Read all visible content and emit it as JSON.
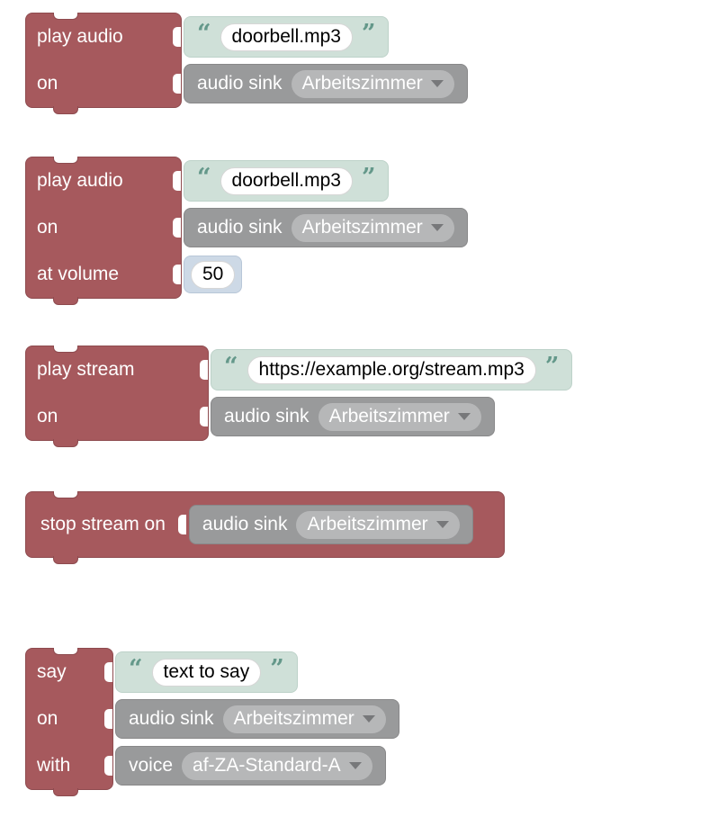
{
  "colors": {
    "block_red": "#a6595d",
    "block_red_border": "#8e4b4f",
    "text_block_bg": "#cfe0d8",
    "quote_color": "#64988a",
    "gray_block_bg": "#999a9b",
    "dropdown_bg": "#b6b7b8",
    "number_block_bg": "#cdd9e6",
    "field_bg": "#ffffff"
  },
  "blocks": [
    {
      "id": "play-audio",
      "rows": [
        {
          "label": "play audio",
          "text_value": {
            "open_quote": "“",
            "text": "doorbell.mp3",
            "close_quote": "”"
          }
        },
        {
          "label": "on",
          "sink": {
            "label": "audio sink",
            "selected": "Arbeitszimmer"
          }
        }
      ]
    },
    {
      "id": "play-audio-at-volume",
      "rows": [
        {
          "label": "play audio",
          "text_value": {
            "open_quote": "“",
            "text": "doorbell.mp3",
            "close_quote": "”"
          }
        },
        {
          "label": "on",
          "sink": {
            "label": "audio sink",
            "selected": "Arbeitszimmer"
          }
        },
        {
          "label": "at volume",
          "number_value": {
            "text": "50"
          }
        }
      ]
    },
    {
      "id": "play-stream",
      "rows": [
        {
          "label": "play stream",
          "text_value": {
            "open_quote": "“",
            "text": "https://example.org/stream.mp3",
            "close_quote": "”"
          }
        },
        {
          "label": "on",
          "sink": {
            "label": "audio sink",
            "selected": "Arbeitszimmer"
          }
        }
      ]
    },
    {
      "id": "stop-stream",
      "label": "stop stream on",
      "sink": {
        "label": "audio sink",
        "selected": "Arbeitszimmer"
      }
    },
    {
      "id": "say",
      "rows": [
        {
          "label": "say",
          "text_value": {
            "open_quote": "“",
            "text": "text to say",
            "close_quote": "”"
          }
        },
        {
          "label": "on",
          "sink": {
            "label": "audio sink",
            "selected": "Arbeitszimmer"
          }
        },
        {
          "label": "with",
          "voice": {
            "label": "voice",
            "selected": "af-ZA-Standard-A"
          }
        }
      ]
    }
  ]
}
